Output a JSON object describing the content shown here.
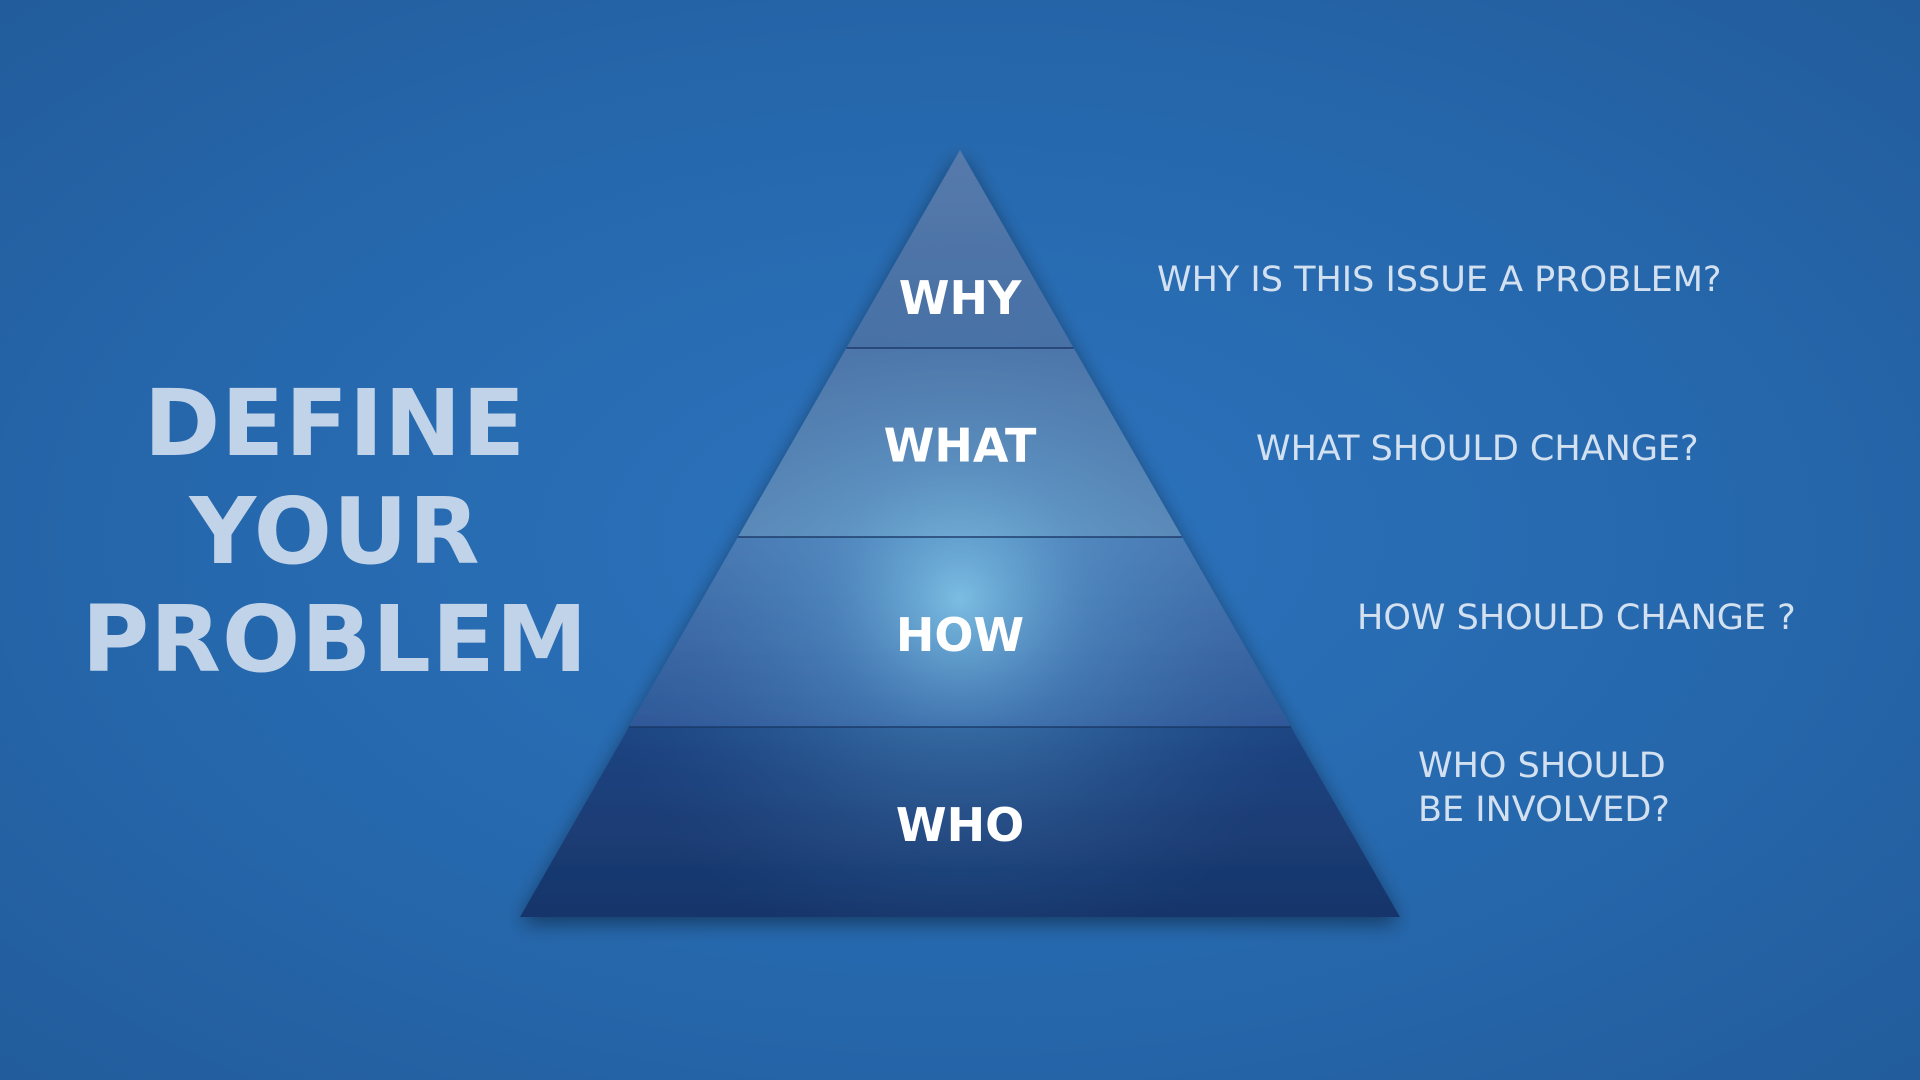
{
  "title": {
    "line1": "DEFINE",
    "line2": "YOUR",
    "line3": "PROBLEM"
  },
  "pyramid": {
    "levels": [
      {
        "label": "WHY",
        "question": [
          "WHY IS THIS ISSUE A PROBLEM?"
        ],
        "color": "#4f73a6"
      },
      {
        "label": "WHAT",
        "question": [
          "WHAT SHOULD CHANGE?"
        ],
        "color": "#5b84b4"
      },
      {
        "label": "HOW",
        "question": [
          "HOW SHOULD CHANGE ?"
        ],
        "color": "#3e6aa6"
      },
      {
        "label": "WHO",
        "question": [
          "WHO SHOULD",
          "BE INVOLVED?"
        ],
        "color": "#1b3d72"
      }
    ]
  },
  "colors": {
    "background": "#2668ad",
    "title": "#c0d3e8",
    "question_text": "#d2e0f0"
  }
}
